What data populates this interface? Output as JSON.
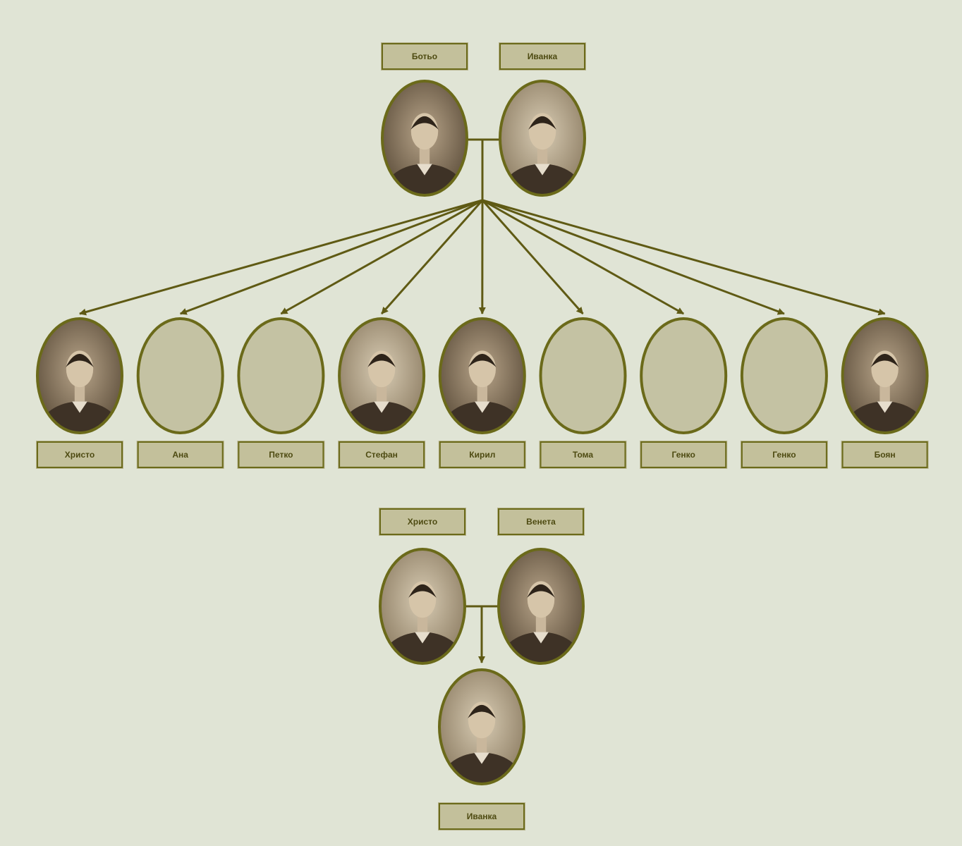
{
  "colors": {
    "background": "#e0e4d5",
    "line": "#5f5a14",
    "frame": "#6b6a1a",
    "label_fill": "#c3c09b",
    "label_border": "#6b6a1a",
    "label_text": "#4e4b12",
    "empty_photo": "#c4c2a3"
  },
  "family1": {
    "parents": [
      {
        "name": "Ботьо",
        "portrait": "portrait-icon"
      },
      {
        "name": "Иванка",
        "portrait": "portrait-icon"
      }
    ],
    "children": [
      {
        "name": "Христо",
        "portrait": "portrait-icon"
      },
      {
        "name": "Ана",
        "portrait": null
      },
      {
        "name": "Петко",
        "portrait": null
      },
      {
        "name": "Стефан",
        "portrait": "portrait-icon"
      },
      {
        "name": "Кирил",
        "portrait": "portrait-icon"
      },
      {
        "name": "Тома",
        "portrait": null
      },
      {
        "name": "Генко",
        "portrait": null
      },
      {
        "name": "Генко",
        "portrait": null
      },
      {
        "name": "Боян",
        "portrait": "portrait-icon"
      }
    ]
  },
  "family2": {
    "parents": [
      {
        "name": "Христо",
        "portrait": "portrait-icon"
      },
      {
        "name": "Венета",
        "portrait": "portrait-icon"
      }
    ],
    "children": [
      {
        "name": "Иванка",
        "portrait": "portrait-icon"
      }
    ]
  }
}
